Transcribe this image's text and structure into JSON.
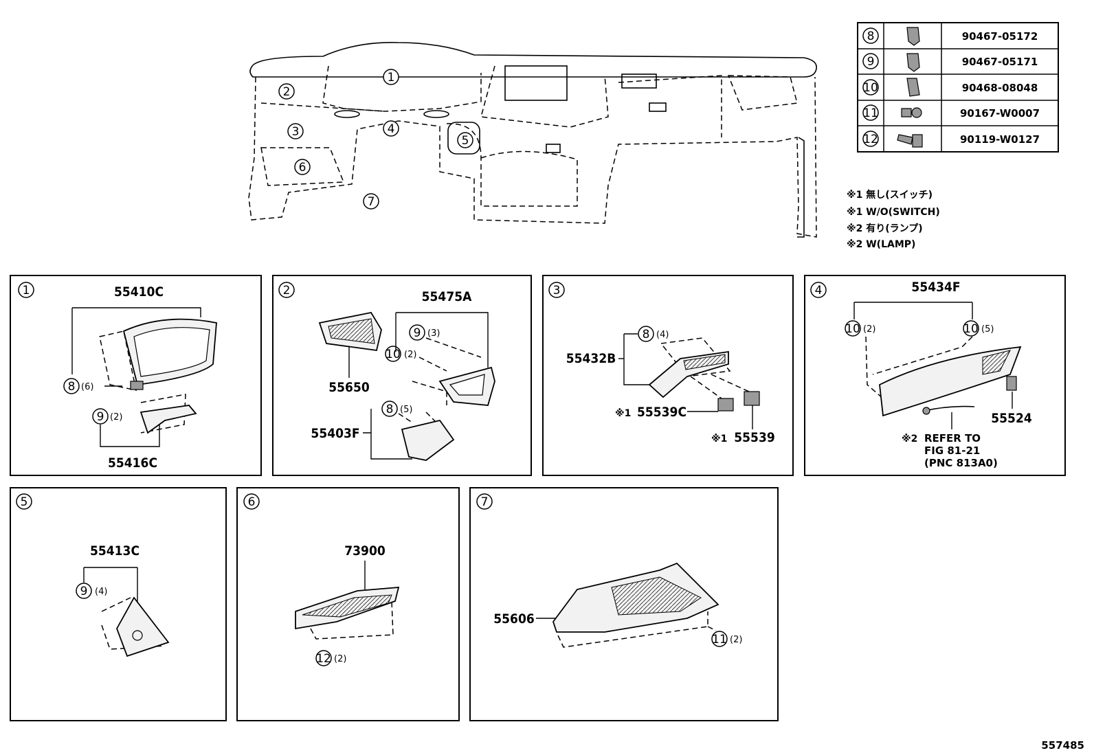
{
  "fastener_table": [
    {
      "ref": "8",
      "part_no": "90467-05172",
      "icon": "clip-icon"
    },
    {
      "ref": "9",
      "part_no": "90467-05171",
      "icon": "clip-icon"
    },
    {
      "ref": "10",
      "part_no": "90468-08048",
      "icon": "clip-icon"
    },
    {
      "ref": "11",
      "part_no": "90167-W0007",
      "icon": "screw-icon"
    },
    {
      "ref": "12",
      "part_no": "90119-W0127",
      "icon": "bolt-icon"
    }
  ],
  "notes": [
    "※1 無し(スイッチ)",
    "※1 W/O(SWITCH)",
    "※2 有り(ランプ)",
    "※2 W(LAMP)"
  ],
  "overview_callouts": [
    "1",
    "2",
    "3",
    "4",
    "5",
    "6",
    "7"
  ],
  "panels": {
    "p1": {
      "id": "1",
      "parts": [
        "55410C",
        "55416C"
      ],
      "fasteners": [
        {
          "ref": "8",
          "qty": "(6)"
        },
        {
          "ref": "9",
          "qty": "(2)"
        }
      ]
    },
    "p2": {
      "id": "2",
      "parts": [
        "55475A",
        "55650",
        "55403F"
      ],
      "fasteners": [
        {
          "ref": "9",
          "qty": "(3)"
        },
        {
          "ref": "10",
          "qty": "(2)"
        },
        {
          "ref": "8",
          "qty": "(5)"
        }
      ]
    },
    "p3": {
      "id": "3",
      "parts": [
        "55432B",
        "55539C",
        "55539"
      ],
      "marks": [
        "※1",
        "※1"
      ],
      "fasteners": [
        {
          "ref": "8",
          "qty": "(4)"
        }
      ]
    },
    "p4": {
      "id": "4",
      "parts": [
        "55434F",
        "55524"
      ],
      "fasteners": [
        {
          "ref": "10",
          "qty": "(2)"
        },
        {
          "ref": "10",
          "qty": "(5)"
        }
      ],
      "refer": {
        "mark": "※2",
        "line1": "REFER TO",
        "line2": "FIG 81-21",
        "line3": "(PNC 813A0)"
      }
    },
    "p5": {
      "id": "5",
      "parts": [
        "55413C"
      ],
      "fasteners": [
        {
          "ref": "9",
          "qty": "(4)"
        }
      ]
    },
    "p6": {
      "id": "6",
      "parts": [
        "73900"
      ],
      "fasteners": [
        {
          "ref": "12",
          "qty": "(2)"
        }
      ]
    },
    "p7": {
      "id": "7",
      "parts": [
        "55606"
      ],
      "fasteners": [
        {
          "ref": "11",
          "qty": "(2)"
        }
      ]
    }
  },
  "figure_id": "557485"
}
